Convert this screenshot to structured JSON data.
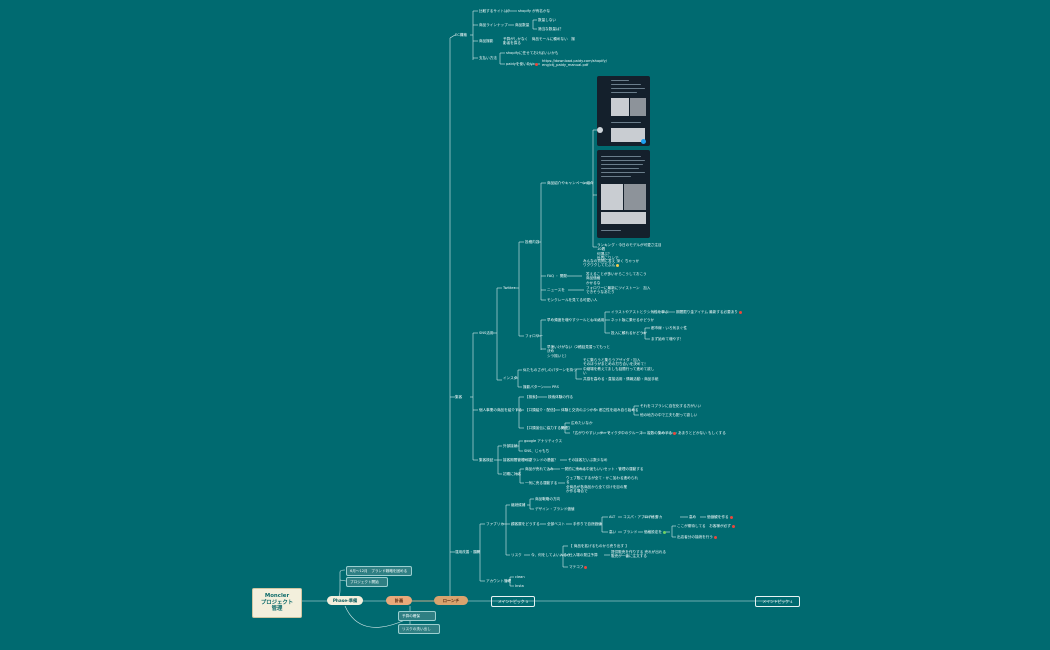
{
  "root": {
    "title": "Moncler\nプロジェクト\n管理"
  },
  "main_chain": {
    "phase1": "Phase-準備",
    "phase2": "計画",
    "phase3": "ローンチ",
    "milestone1": "メイントピック 3",
    "milestone2": "メイントピック 4"
  },
  "phase1_children": [
    "6月〜12月　ブランド戦略を固める",
    "プロジェクト開始"
  ],
  "phase2_children": [
    "予算の確保",
    "リスクの洗い出し"
  ],
  "sections": {
    "ec": {
      "label": "EC構築",
      "items": {
        "q1": "比較するサイトは？",
        "a1": "shopify が有名かな",
        "q2": "商品ラインナップ",
        "a2": "商品数量",
        "a2a": "数量しない",
        "a2b": "適当な数量は？",
        "q3": "商品撮影",
        "a3": "予算がしかなく　商品モールに頼めない　撮影者を探る",
        "q4": "支払い方法",
        "a4": "shopifyに任せておけばいいかも",
        "a5": "paidyを使いたい",
        "a5url": "https://download.paidy.com/shopify/ eng/ctj_paidy_manual.pdf"
      }
    },
    "sales": {
      "label": "集客",
      "sns": {
        "label": "SNS活用",
        "twitter": "Twitter",
        "post_content": "投稿内容",
        "product_intro": "商品紹介やキャンペーン紹介",
        "notes_note": "ランキング・今日のモデルが可愛さ注目　10着\n何選ぶ？\n世界にワンで",
        "faq": "FAQ ・ 開発",
        "faq_a": "みんなの質問に答え 深く  ちゃっか\nワクワクしてたぶん",
        "faq_b": "答えることが多いからこうしておこう　　商品価格\nかかるな",
        "news": "ニュースを",
        "news_a": "フォロワーに最新にツイストーン　加入\nできそうなあたり",
        "news_b": "モンクレールを見てる可愛い人",
        "follow": "フォロワー",
        "follow_a": "早め頻度を増やすツールとして活用",
        "follow_a1": "イラストやアストとクシ気性を挙ぶ",
        "follow_a1b": "期間限り金アイテム  最新する必要あり",
        "follow_a2": "ネット版に乗せるかどうか",
        "follow_a3": "投入に頼れるかどうか",
        "follow_a3a": "都市線・いろ気まぐ性",
        "follow_a3b": "まず始めて増やす！",
        "follow_b": "早速いけがない（2稿話見習ってもっと決め\nシラ揃いと）",
        "insta": "インスタ",
        "insta_a": "似たものさがしのパターンを持つ",
        "insta_a1": "モに集らうと集らうアザイダ・加入\nモのほうがまとめの打ち合いを決めて！\n中継場を教えてましも話題行って進めて欲しい",
        "insta_a2": "共感を高める・直接活用・情報活動・商品手紙",
        "reels": "撮影パターン",
        "reels_a": "PRS"
      },
      "promo": {
        "label": "個人事業の商品を紹介する",
        "p1": "【検索】",
        "p1a": "検索体験の作る",
        "p2": "【口頭紹介・配信】",
        "p2a": "体験と交流のぶつかり",
        "p2b": "都立性を組み自ら始める",
        "p2c": "それをコブランに自在化する方がいい",
        "p2d": "他の地方の中で工夫も配って欲しい",
        "p3": "【口頭宣伝に協力する関連】",
        "p3a": "広めたいなか",
        "p3b": "「広がりやすい」テーマ",
        "p3c": "モイクタ中のクルーズ",
        "p3d": "複数の集めする",
        "p3e": "あまりとどかない  もしくする"
      },
      "eval": {
        "label": "集客検証",
        "e1": "外部接続",
        "e1a": "google アナリティクス",
        "e1b": "SNS、じゃもち",
        "e2": "接客期間管理可能",
        "e2a": "ブランドの基盤？",
        "e2b": "その接客だいぶ数少なめ",
        "e3": "初期に対応",
        "e3a": "商品が売れて込み",
        "e3b": "一発的に売れる",
        "e3c": "中途もいいセット・管理の運動する",
        "e3d": "一気に売る運動する",
        "e3e": "ウェブ販にするが全て・かこ加わる進められる\n全商品が各商品から全て引けを目の業\nか作る場合で"
      }
    },
    "ops": {
      "label": "運用改善・展開",
      "ff": "ファブリカ",
      "ff_a": "継続候補",
      "ff_a1": "商品戦略の方向",
      "ff_a2": "デザイン・ブランド価値",
      "ff_b": "顧客層をどうする",
      "ff_b1": "全部ベスト",
      "ff_b2": "手作りで自然価値",
      "ff_b3": "ALT",
      "ff_b4": "コスパ・アプロチ・タカ",
      "ff_b4a": "格安",
      "ff_b4b": "高め",
      "ff_b4c": "価値観を作る",
      "ff_b5": "高い",
      "ff_b5a": "ブランド",
      "ff_b5b": "価格設定を",
      "ff_b5c": "ここが期待してる　お客様が必ず",
      "ff_b5d": "出店者分の接続を行う",
      "risk": "リスク",
      "risk_a": "今、何をしてよい入るか",
      "risk_a1": "【 商品を拡げるものから売り出す 】",
      "risk_a2": "仕入場の発注予算",
      "risk_a2a": "提供販売を作りする  売れが出れる\n販売が一番に注文する",
      "risk_a3": "マテコフ",
      "acct": "アカウント管理",
      "acct_a": "clean",
      "acct_b": "Insta"
    }
  },
  "colors": {
    "background": "#006a70",
    "root_fill": "#f3efdc",
    "accent_orange": "#e9a97a",
    "flag": "#e8483c",
    "line": "#d8ecec"
  }
}
